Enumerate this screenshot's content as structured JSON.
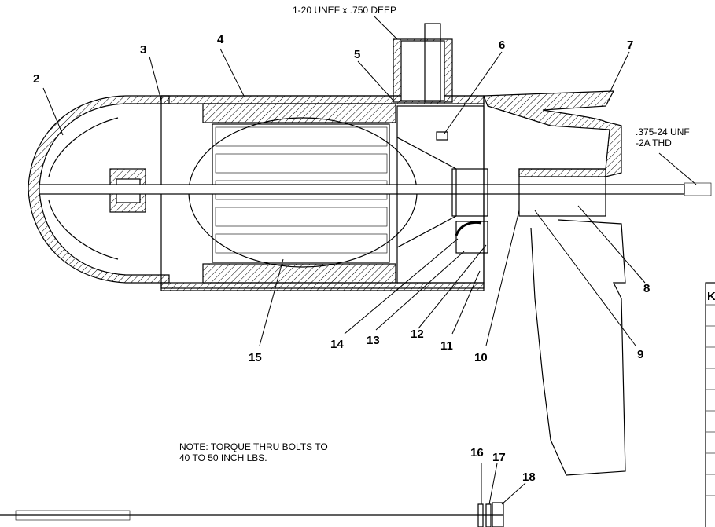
{
  "annotations": {
    "thread_top": "1-20 UNEF x .750 DEEP",
    "thread_shaft_line1": ".375-24 UNF",
    "thread_shaft_line2": "-2A THD",
    "note_line1": "NOTE: TORQUE THRU BOLTS TO",
    "note_line2": "40 TO 50 INCH LBS.",
    "table_header_fragment": "K"
  },
  "callouts": [
    "2",
    "3",
    "4",
    "5",
    "6",
    "7",
    "8",
    "9",
    "10",
    "11",
    "12",
    "13",
    "14",
    "15",
    "16",
    "17",
    "18"
  ],
  "colors": {
    "line": "#000000",
    "background": "#ffffff"
  }
}
